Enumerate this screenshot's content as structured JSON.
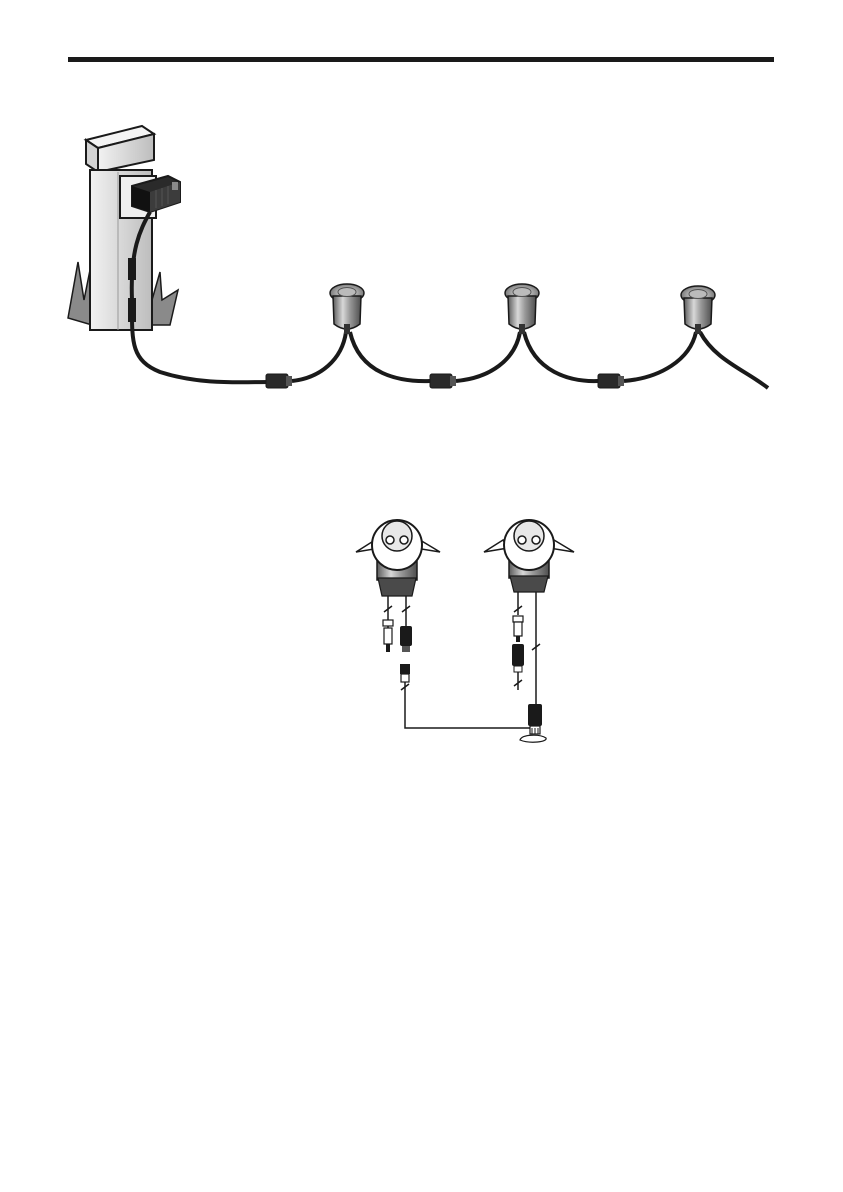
{
  "page": {
    "background": "#ffffff",
    "ink": "#1a1a1a",
    "metal_light": "#dcdcdc",
    "metal_dark": "#6e6e6e",
    "post_fill": "#e4e4e4"
  },
  "diagram_top": {
    "components": [
      "post",
      "power-adapter",
      "cable",
      "in-line-connector",
      "in-line-connector",
      "in-line-connector",
      "light",
      "light",
      "light"
    ]
  },
  "diagram_bottom": {
    "components": [
      "light-fitting",
      "light-fitting",
      "cable",
      "connector",
      "connector",
      "end-cap"
    ]
  }
}
